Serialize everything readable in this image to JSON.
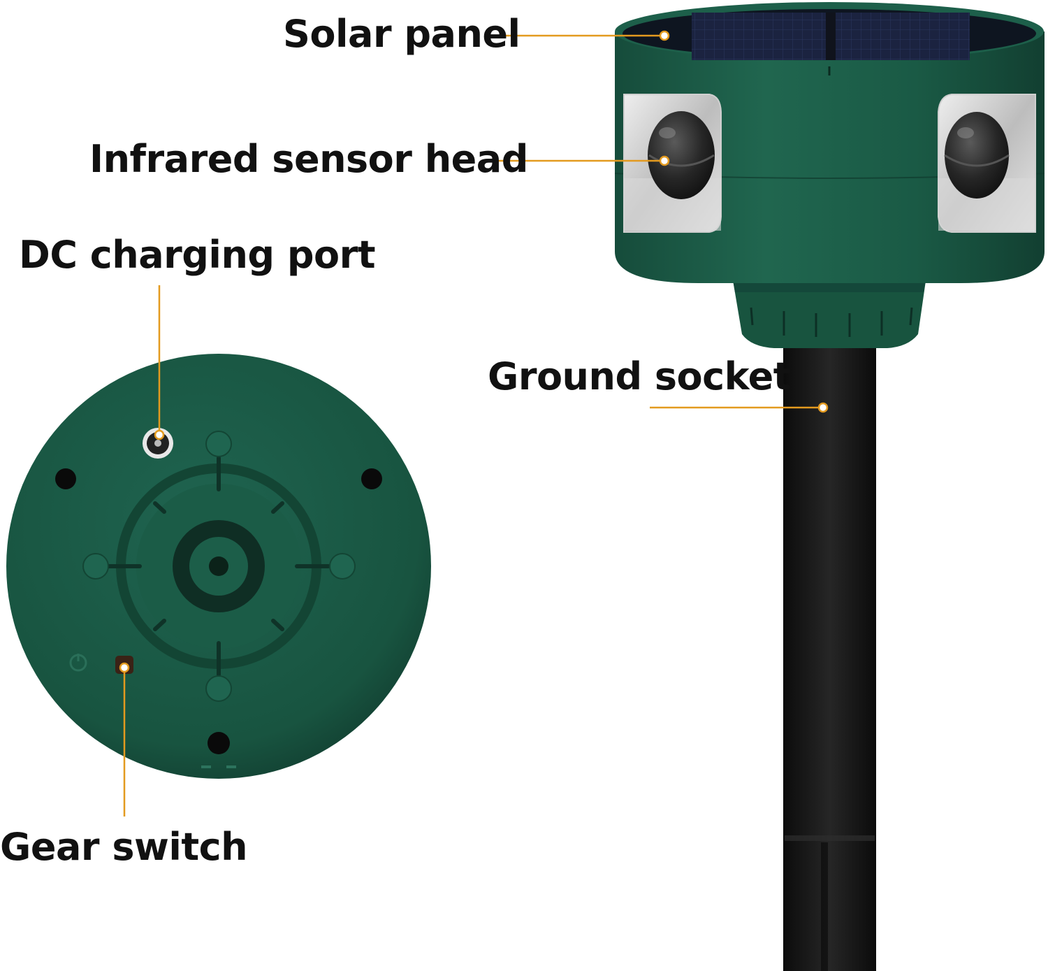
{
  "labels": {
    "solar_panel": "Solar panel",
    "infrared_sensor_head": "Infrared sensor head",
    "dc_charging_port": "DC charging port",
    "ground_socket": "Ground socket",
    "gear_switch": "Gear switch"
  },
  "colors": {
    "device_green": "#1c5e49",
    "device_green_dark": "#154a39",
    "leader_line": "#e39a1f",
    "stake": "#141414",
    "label_text": "#111111",
    "background": "#ffffff"
  }
}
